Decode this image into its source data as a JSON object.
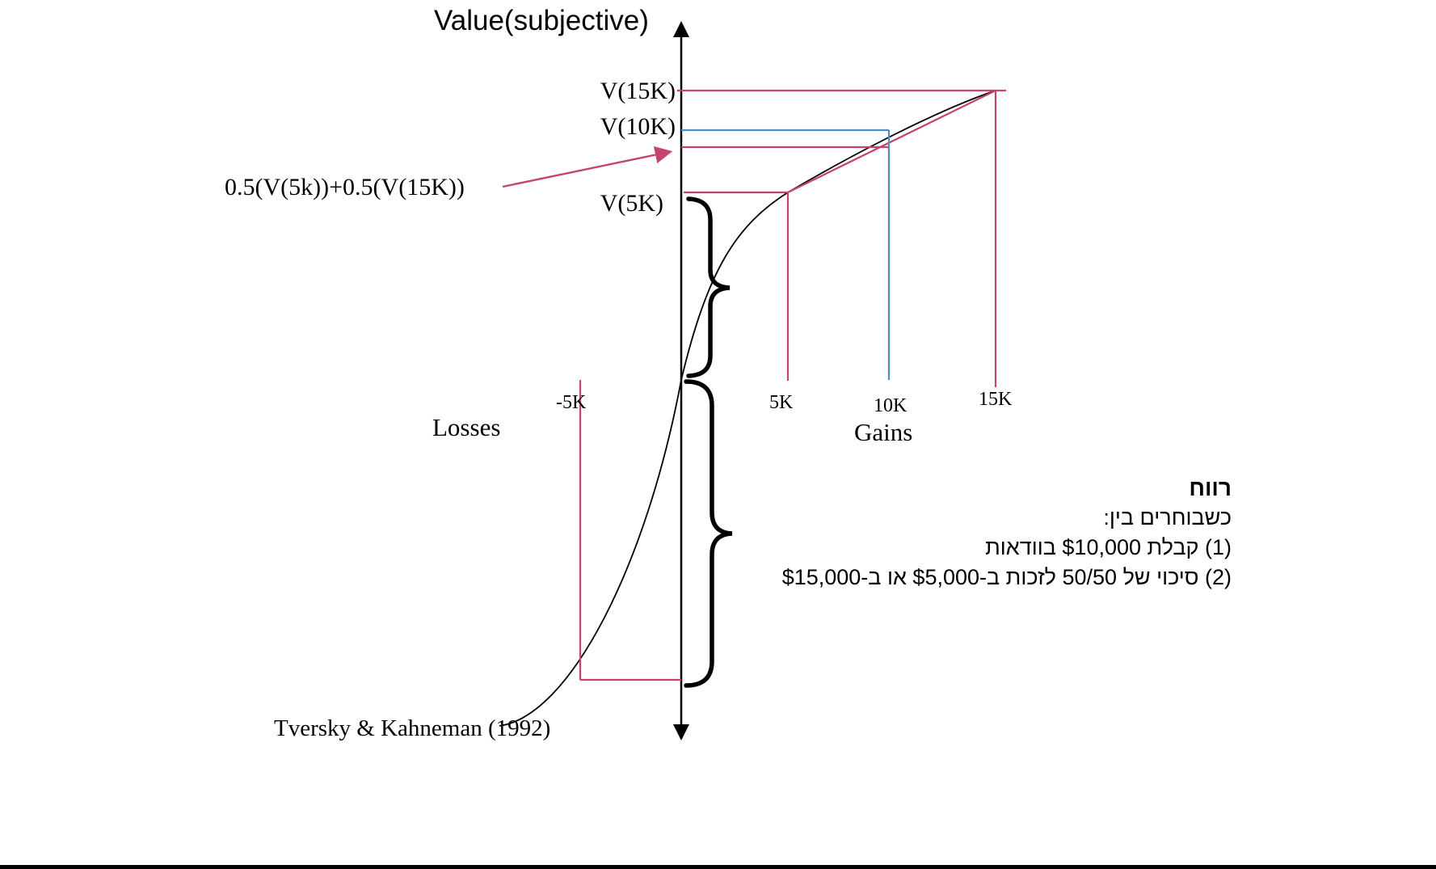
{
  "title": "Value(subjective)",
  "y_axis_labels": {
    "v15k": "V(15K)",
    "v10k": "V(10K)",
    "v5k": "V(5K)"
  },
  "x_axis_labels": {
    "minus5k": "-5K",
    "plus5k": "5K",
    "plus10k": "10K",
    "plus15k": "15K"
  },
  "region_labels": {
    "losses": "Losses",
    "gains": "Gains"
  },
  "annotations": {
    "expected_value_formula": "0.5(V(5k))+0.5(V(15K))",
    "citation": "Tversky & Kahneman (1992)"
  },
  "hebrew_note": {
    "heading": "רווח",
    "intro": "כשבוחרים בין:",
    "option1": "(1) קבלת $10,000 בוודאות",
    "option2": "(2) סיכוי של 50/50 לזכות ב-$5,000 או ב-$15,000"
  },
  "colors": {
    "accent_pink": "#c4436f",
    "accent_blue": "#4a90c2",
    "curve_black": "#000000"
  }
}
